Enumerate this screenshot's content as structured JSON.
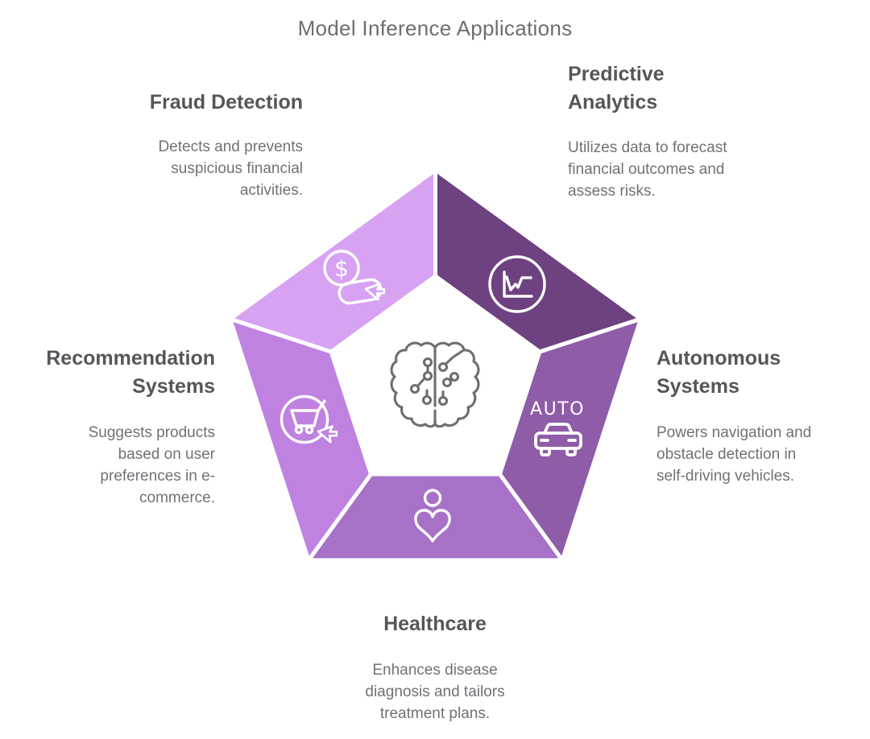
{
  "title": "Model Inference Applications",
  "colors": {
    "fraud": "#d8a2f3",
    "predictive": "#6e4180",
    "autonomous": "#8f5ca8",
    "healthcare": "#a671c7",
    "recommendation": "#bf82e0",
    "icon_stroke": "#ffffff",
    "brain_stroke": "#6e6e6e",
    "title_text": "#6d6e70",
    "heading_text": "#545659",
    "body_text": "#6f7276"
  },
  "center": {
    "icon": "ai-brain-icon"
  },
  "sections": [
    {
      "id": "fraud-detection",
      "title": "Fraud Detection",
      "description": "Detects and prevents\nsuspicious financial\nactivities.",
      "icon": "dollar-click-icon",
      "icon_glyph": "$"
    },
    {
      "id": "predictive-analytics",
      "title": "Predictive Analytics",
      "description": "Utilizes data to forecast\nfinancial outcomes and\nassess risks.",
      "icon": "line-chart-icon"
    },
    {
      "id": "autonomous-systems",
      "title": "Autonomous Systems",
      "description": "Powers navigation and\nobstacle detection in\nself-driving vehicles.",
      "icon": "car-icon",
      "icon_label": "AUTO"
    },
    {
      "id": "healthcare",
      "title": "Healthcare",
      "description": "Enhances disease\ndiagnosis and tailors\ntreatment plans.",
      "icon": "patient-heart-icon"
    },
    {
      "id": "recommendation-systems",
      "title": "Recommendation Systems",
      "description": "Suggests products\nbased on user\npreferences in e-\ncommerce.",
      "icon": "cart-click-icon"
    }
  ]
}
